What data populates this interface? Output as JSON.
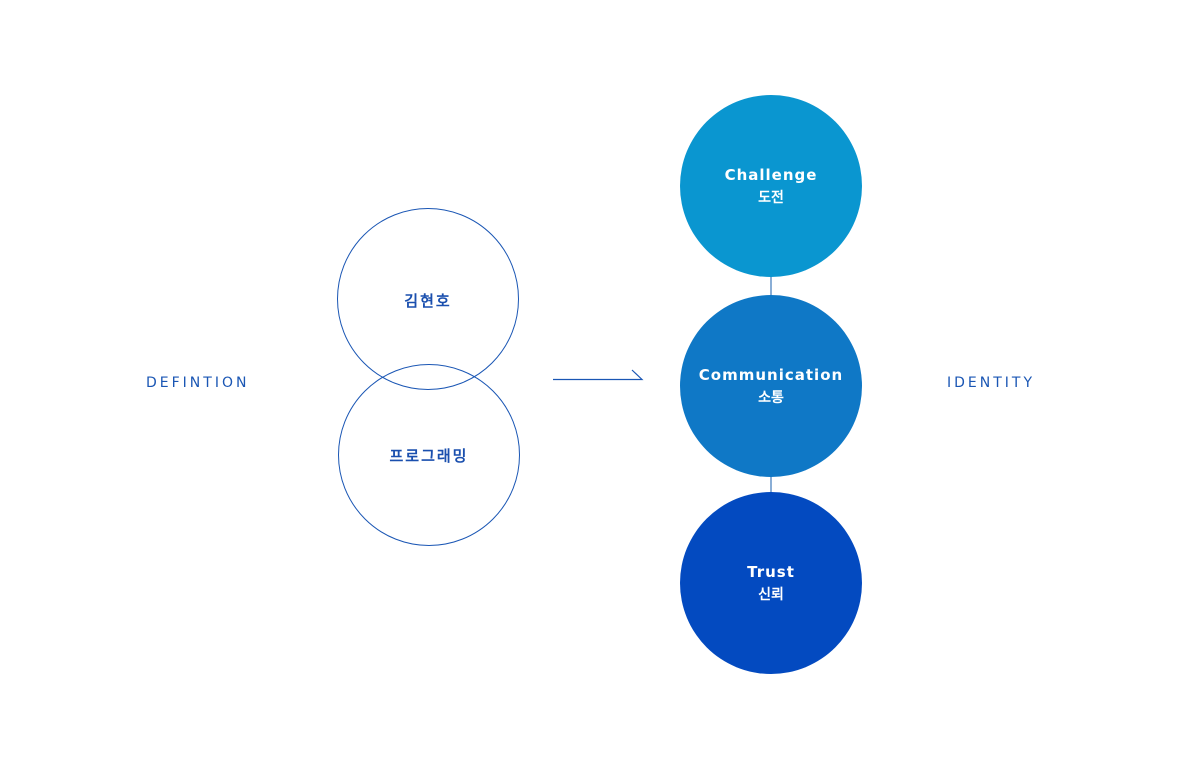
{
  "left_label": "DEFINTION",
  "right_label": "IDENTITY",
  "definition": {
    "top_circle": "김현호",
    "bottom_circle": "프로그래밍"
  },
  "identity": [
    {
      "en": "Challenge",
      "ko": "도전",
      "color": "#0a96d0"
    },
    {
      "en": "Communication",
      "ko": "소통",
      "color": "#0f78c6"
    },
    {
      "en": "Trust",
      "ko": "신뢰",
      "color": "#034ac0"
    }
  ],
  "colors": {
    "accent": "#1a56b4",
    "connector": "#8aaed6"
  },
  "icons": {
    "arrow": "right-arrow-icon"
  }
}
